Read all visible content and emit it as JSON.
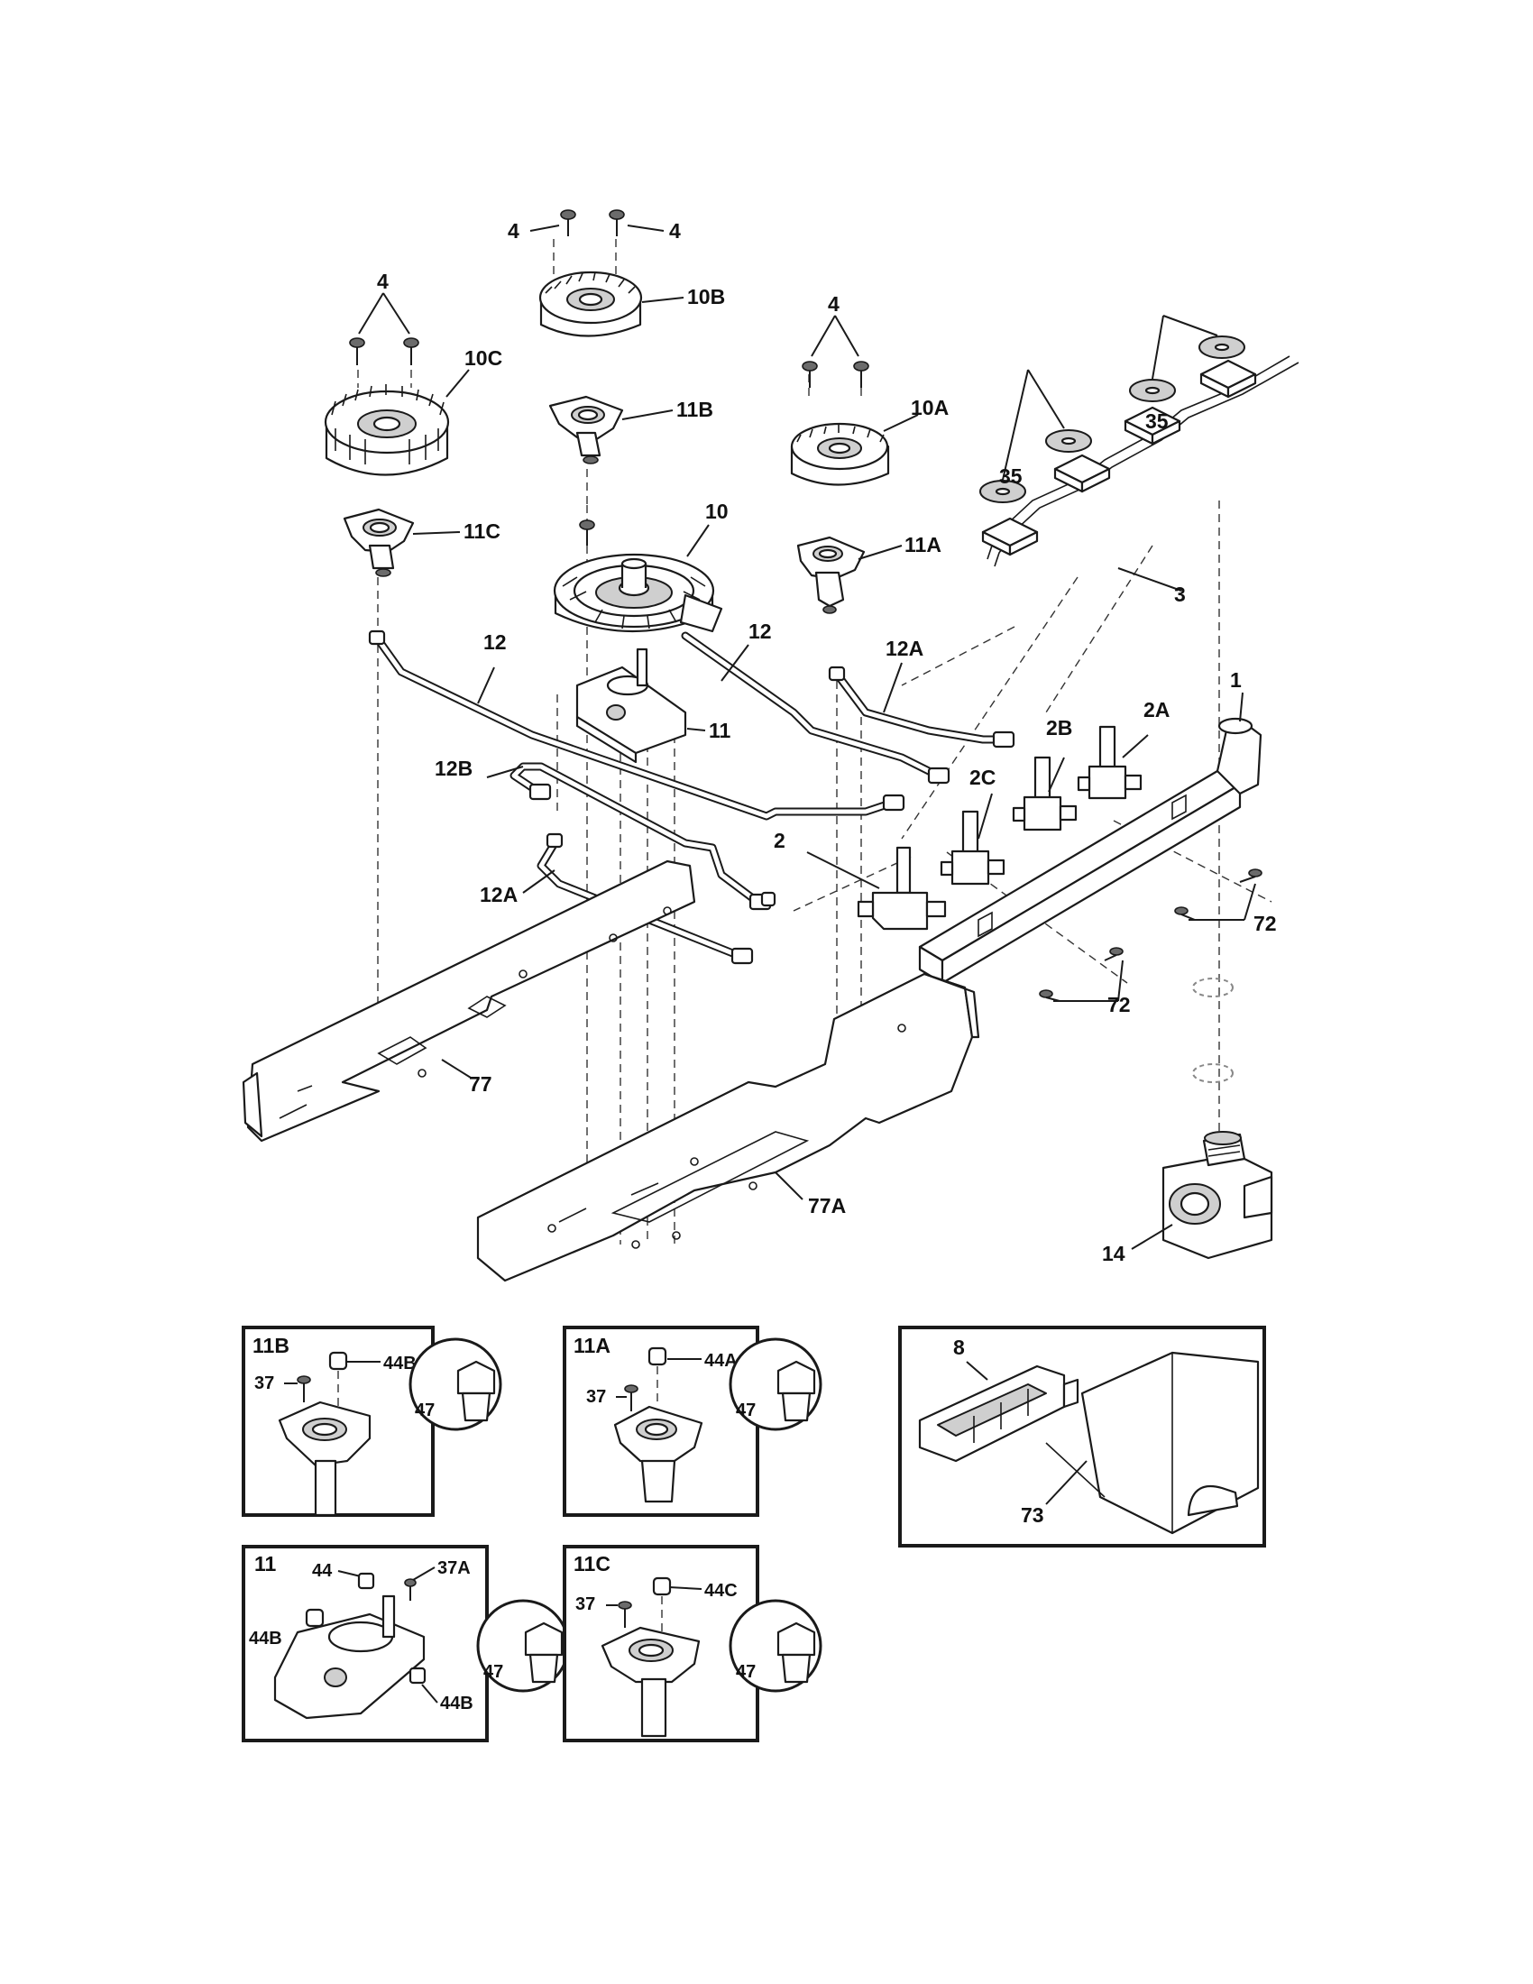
{
  "labels": {
    "p4_left": "4",
    "p4_right": "4",
    "p4_10c": "4",
    "p4_10a": "4",
    "p10b": "10B",
    "p10c": "10C",
    "p11b": "11B",
    "p10a": "10A",
    "p35a": "35",
    "p35b": "35",
    "p11c": "11C",
    "p10": "10",
    "p11a": "11A",
    "p3": "3",
    "p12_left": "12",
    "p12_right": "12",
    "p12a_upper": "12A",
    "p1": "1",
    "p11": "11",
    "p2b": "2B",
    "p2a": "2A",
    "p12b": "12B",
    "p2c": "2C",
    "p2": "2",
    "p12a_lower": "12A",
    "p72_right": "72",
    "p72_lower": "72",
    "p77": "77",
    "p77a": "77A",
    "p14": "14"
  },
  "insets": {
    "i11b": {
      "title": "11B",
      "screw": "37",
      "jet": "44B",
      "orifice": "47"
    },
    "i11a": {
      "title": "11A",
      "screw": "37",
      "jet": "44A",
      "orifice": "47"
    },
    "i8": {
      "ignitor": "8",
      "cover": "73"
    },
    "i11": {
      "title": "11",
      "jet_top": "44",
      "screw": "37A",
      "jet_left": "44B",
      "jet_right": "44B",
      "orifice": "47"
    },
    "i11c": {
      "title": "11C",
      "screw": "37",
      "jet": "44C",
      "orifice": "47"
    }
  }
}
